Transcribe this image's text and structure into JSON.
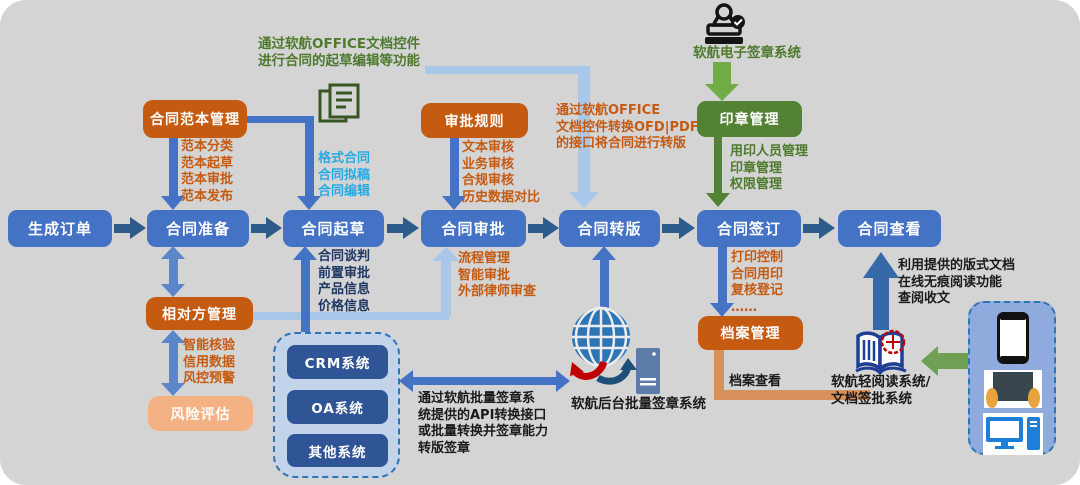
{
  "flow_nodes": [
    "生成订单",
    "合同准备",
    "合同起草",
    "合同审批",
    "合同转版",
    "合同签订",
    "合同查看"
  ],
  "boxes": {
    "template_mgmt": "合同范本管理",
    "approval_rules": "审批规则",
    "counterparty_mgmt": "相对方管理",
    "risk_assessment": "风险评估",
    "seal_mgmt": "印章管理",
    "archive_mgmt": "档案管理"
  },
  "systems": {
    "crm": "CRM系统",
    "oa": "OA系统",
    "other": "其他系统"
  },
  "notes": {
    "office_draft": "通过软航OFFICE文档控件\n进行合同的起草编辑等功能",
    "template_items": "范本分类\n范本起草\n范本审批\n范本发布",
    "draft_items": "格式合同\n合同拟稿\n合同编辑",
    "review_items": "文本审核\n业务审核\n合规审核\n历史数据对比",
    "convert_note": "通过软航OFFICE\n文档控件转换OFD|PDF\n的接口将合同进行转版",
    "esign_system": "软航电子签章系统",
    "seal_items": "用印人员管理\n印章管理\n权限管理",
    "sign_items": "打印控制\n合同用印\n复核登记\n……",
    "negotiation_items": "合同谈判\n前置审批\n产品信息\n价格信息",
    "process_items": "流程管理\n智能审批\n外部律师审查",
    "verify_items": "智能核验\n信用数据\n风控预警",
    "batch_note": "通过软航批量签章系\n统提供的API转换接口\n或批量转换并签章能力\n转版签章",
    "batch_system": "软航后台批量签章系统",
    "archive_view": "档案查看",
    "reader_system": "软航轻阅读系统/\n文档签批系统",
    "read_note": "利用提供的版式文档\n在线无痕阅读功能\n查阅收文"
  },
  "colors": {
    "canvas_bg": "#d4d4d4",
    "flow_box_blue": "#4472C4",
    "orange_box": "#C55A11",
    "light_orange_box": "#F4B183",
    "green_box": "#548235",
    "dark_blue_system_box": "#2F5597",
    "flow_arrow_dark_blue": "#2D5C8C",
    "light_blue_connector": "#A9C7E9",
    "medium_blue_connector": "#5B86C9",
    "green_arrow": "#70AD47",
    "orange_connector": "#D9915B",
    "cyan_text": "#29ABE2",
    "navy_text": "#1F3864",
    "green_text": "#4E7A2D",
    "seal_red": "#C00000"
  },
  "icons": [
    "document-icon",
    "stamp-icon",
    "globe-server-icon",
    "book-seal-icon",
    "phone-icon",
    "tablet-icon",
    "desktop-icon"
  ]
}
